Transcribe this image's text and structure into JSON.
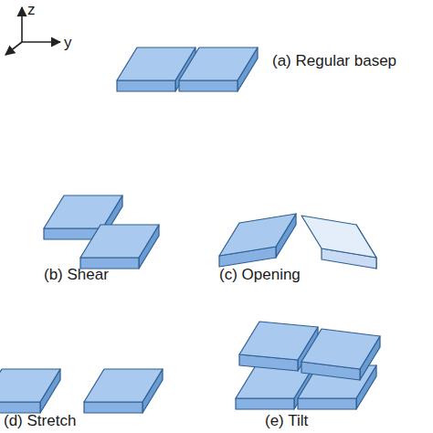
{
  "diagram": {
    "labels": [
      "z",
      "y",
      "(a) Regular basep",
      "(b) Shear",
      "(c) Opening",
      "(d) Stretch",
      "(e) Tilt"
    ]
  }
}
